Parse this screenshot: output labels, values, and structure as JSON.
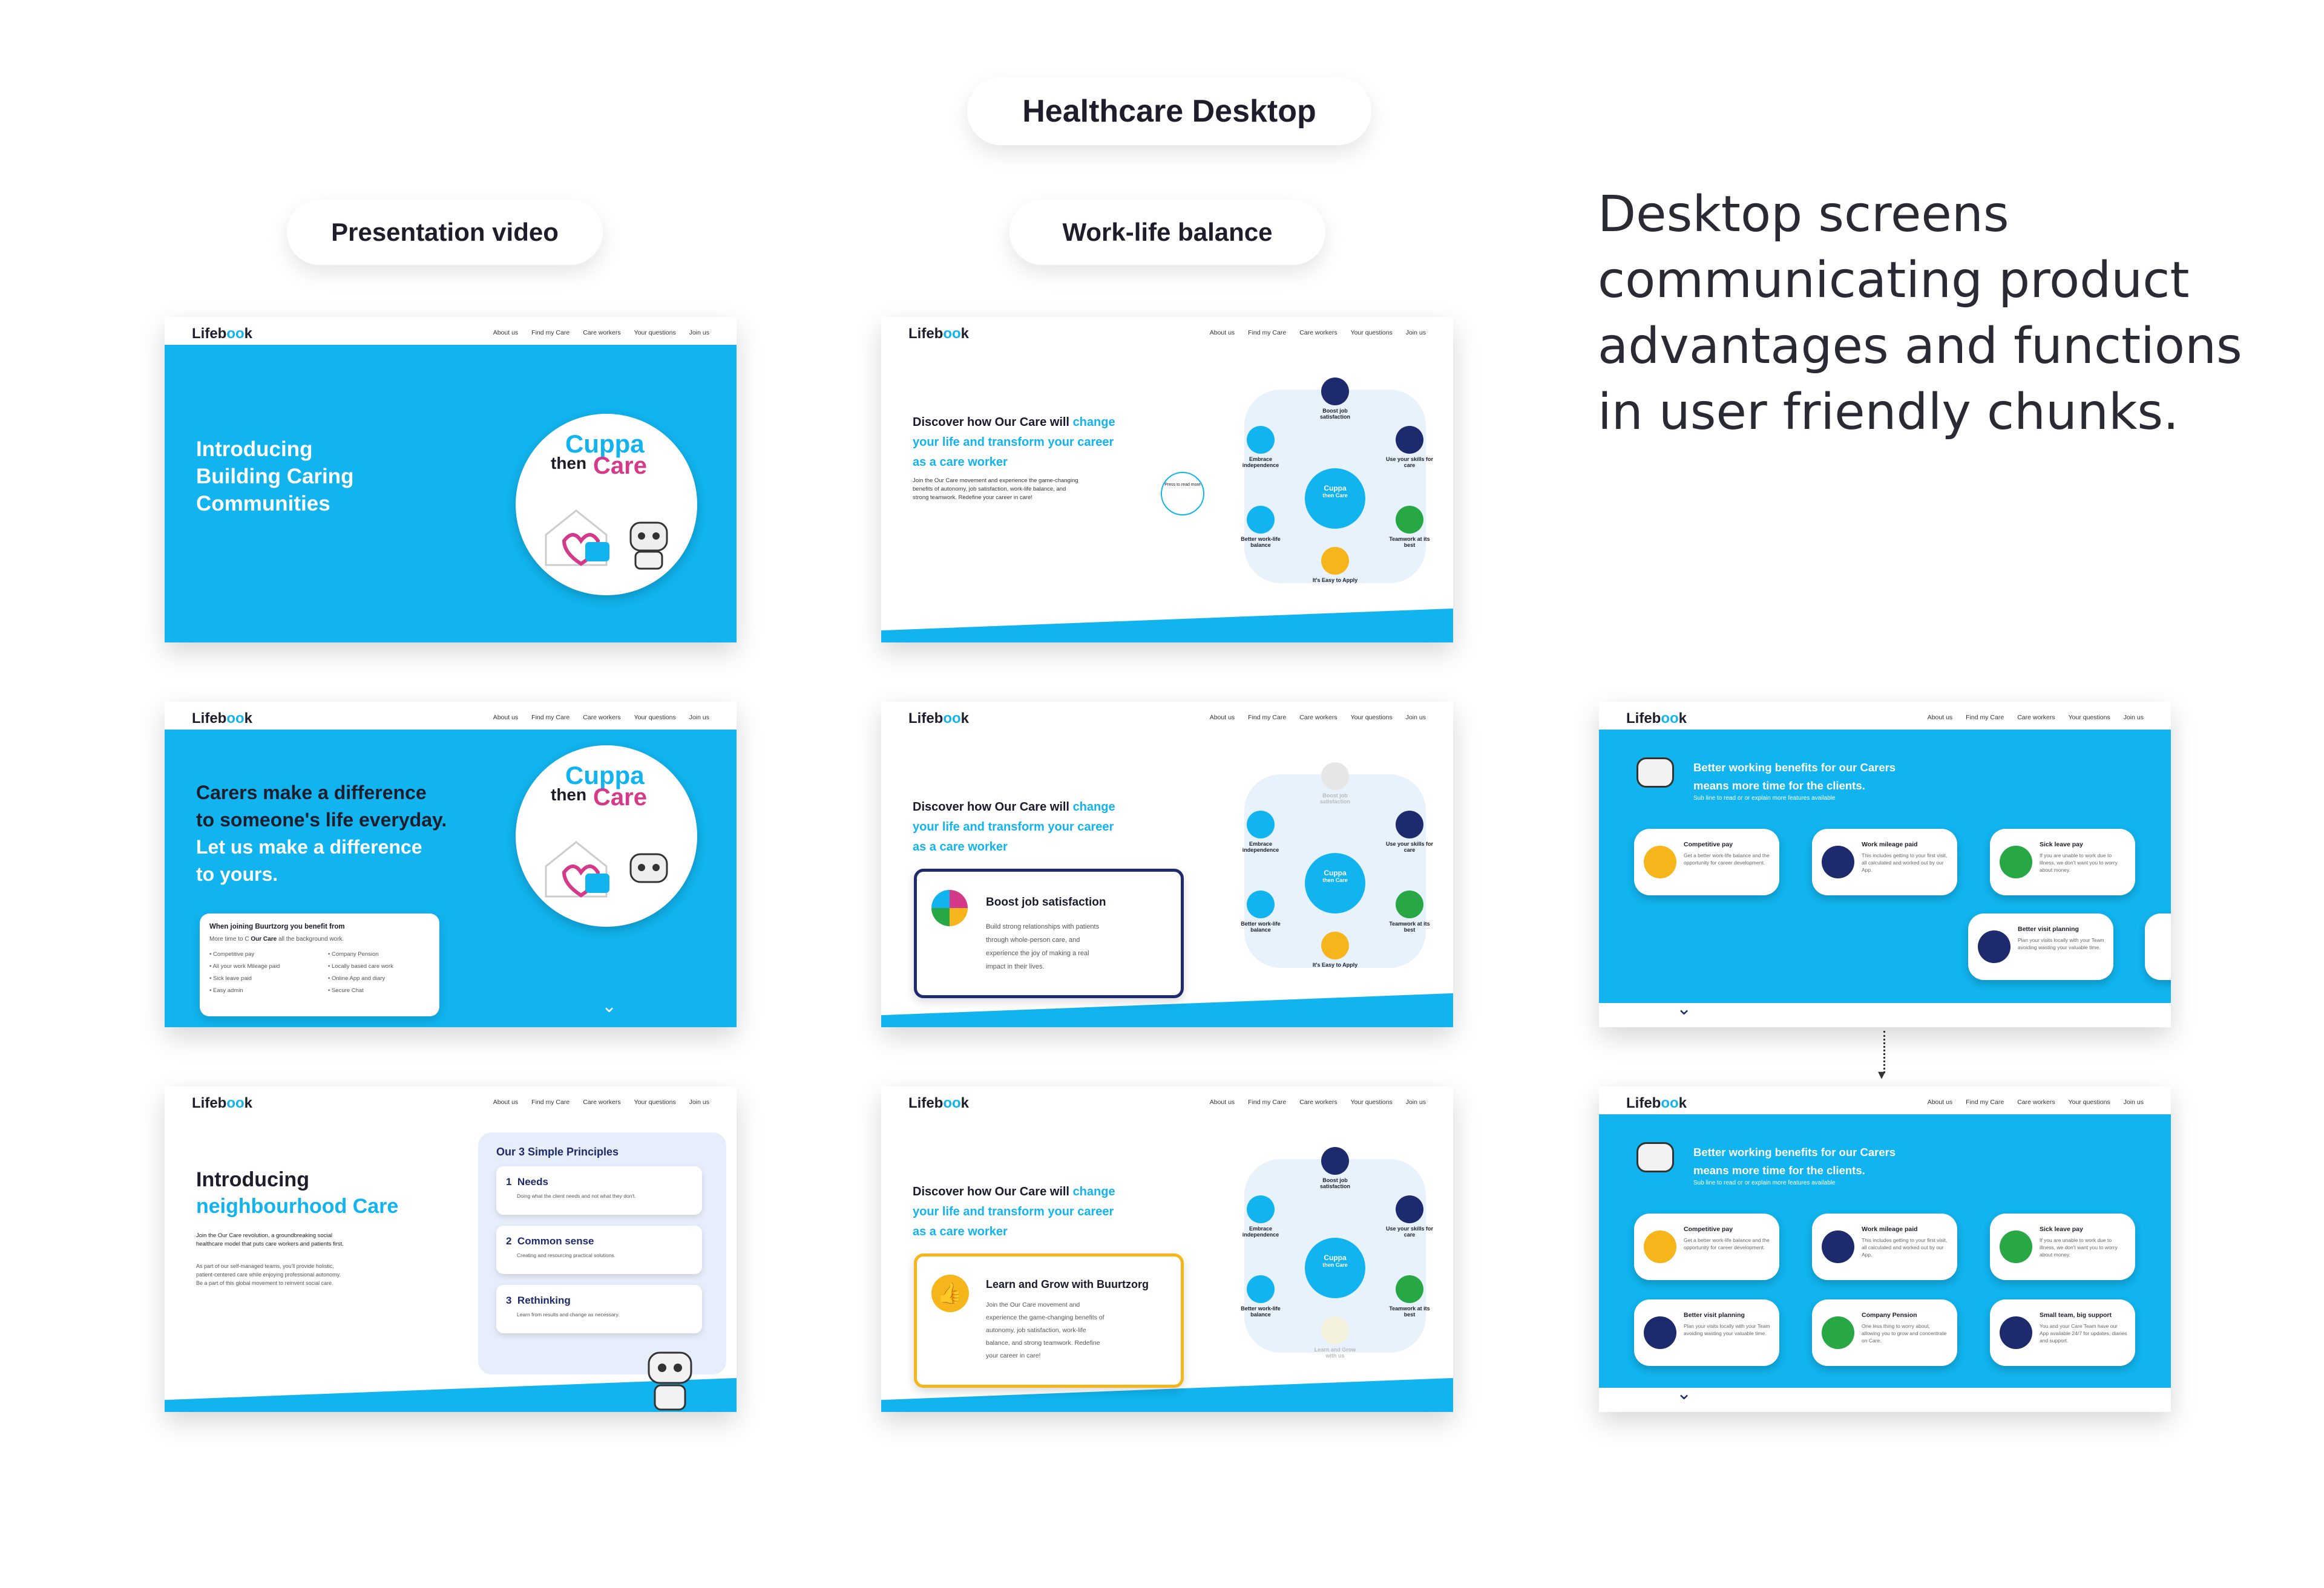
{
  "header": {
    "title": "Healthcare Desktop"
  },
  "columns": {
    "col1": "Presentation video",
    "col2": "Work-life balance"
  },
  "description": "Desktop screens communicating product advantages and functions in user friendly chunks.",
  "site": {
    "logo_a": "Lifeb",
    "logo_o": "oo",
    "logo_b": "k",
    "nav": [
      "About us",
      "Find my Care",
      "Care workers",
      "Your questions",
      "Join us"
    ]
  },
  "badge": {
    "cuppa": "Cuppa",
    "then": "then",
    "care": "Care"
  },
  "screen1": {
    "line1": "Introducing",
    "line2": "Building Caring",
    "line3": "Communities"
  },
  "screen2": {
    "line1": "Carers make a difference",
    "line2": "to someone's life everyday.",
    "line3": "Let us make a difference",
    "line4": "to yours.",
    "box_title": "When joining Buurtzorg you benefit from",
    "box_sub_a": "More time to C",
    "box_sub_b": "Our Care",
    "box_sub_c": "all the background work.",
    "benefits_left": [
      "Competitive pay",
      "All your work Mileage paid",
      "Sick leave paid",
      "Easy admin"
    ],
    "benefits_right": [
      "Company Pension",
      "Locally based care work",
      "Online App and diary",
      "Secure Chat"
    ]
  },
  "screen3": {
    "line1": "Introducing",
    "line2": "neighbourhood Care",
    "p1a": "Join the Our Care revolution, a groundbreaking social",
    "p1b": "healthcare model that puts care workers and patients first.",
    "p2a": "As part of our self-managed teams, you'll provide holistic,",
    "p2b": "patient-centered care while enjoying professional autonomy.",
    "p2c": "Be a part of this global movement to reinvent social care.",
    "principles_title": "Our 3 Simple Principles",
    "principles": [
      {
        "num": "1",
        "name": "Needs",
        "text": "Doing what the client needs and not what they don't."
      },
      {
        "num": "2",
        "name": "Common sense",
        "text": "Creating and resourcing practical solutions."
      },
      {
        "num": "3",
        "name": "Rethinking",
        "text": "Learn from results and change as necessary."
      }
    ]
  },
  "wheel": {
    "disc1": "Discover how",
    "disc_brand": "Our Care",
    "disc2": "will",
    "disc_change": "change",
    "disc3": "your life and transform your career",
    "disc4": "as a care worker",
    "body1": "Join the Our Care movement and experience the game-changing",
    "body2": "benefits of autonomy, job satisfaction, work-life balance, and",
    "body3": "strong teamwork. Redefine your career in care!",
    "press": "Press to read more",
    "center_a": "Cuppa",
    "center_b": "then Care",
    "nodes": {
      "top": "Boost job satisfaction",
      "tr": "Use your skills for care",
      "br": "Teamwork at its best",
      "bottom": "It's Easy to Apply",
      "bl": "Better work-life balance",
      "tl": "Embrace independence"
    },
    "card1_title": "Boost job satisfaction",
    "card1_text": [
      "Build strong relationships with patients",
      "through whole-person care, and",
      "experience the joy of making a real",
      "impact in their lives."
    ],
    "card2_title": "Learn and Grow with Buurtzorg",
    "card2_text": [
      "Join the Our Care movement and",
      "experience the game-changing benefits of",
      "autonomy, job satisfaction, work-life",
      "balance, and strong teamwork. Redefine",
      "your career in care!"
    ],
    "learn": "Learn and Grow with us"
  },
  "benefits": {
    "title1": "Better working benefits for our Carers",
    "title2": "means more time for the clients.",
    "sub": "Sub line to read or or explain more features available",
    "cards": [
      {
        "name": "Competitive pay",
        "text": "Get a better work-life balance and the opportunity for career development."
      },
      {
        "name": "Work mileage paid",
        "text": "This includes getting to your first visit, all calculated and worked out by our App."
      },
      {
        "name": "Sick leave pay",
        "text": "If you are unable to work due to illness, we don't want you to worry about money."
      },
      {
        "name": "Better visit planning",
        "text": "Plan your visits locally with your Team avoiding wasting your valuable time."
      },
      {
        "name": "Company Pension",
        "text": "One less thing to worry about, allowing you to grow and concentrate on Care."
      },
      {
        "name": "Small team, big support",
        "text": "You and your Care Team have our App available 24/7 for updates, diaries and support."
      }
    ]
  },
  "colors": {
    "brand_blue": "#11b4ef",
    "pink": "#d5398a",
    "navy": "#1e2a6e",
    "gold": "#f5b51b"
  }
}
